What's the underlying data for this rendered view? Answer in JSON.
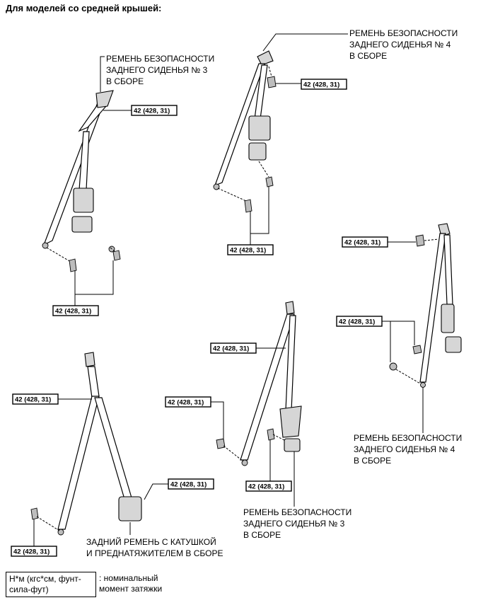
{
  "title": "Для моделей со средней крышей:",
  "torque": "42 (428, 31)",
  "labels": {
    "belt3_top": [
      "РЕМЕНЬ БЕЗОПАСНОСТИ",
      "ЗАДНЕГО СИДЕНЬЯ № 3",
      "В СБОРЕ"
    ],
    "belt4_top": [
      "РЕМЕНЬ БЕЗОПАСНОСТИ",
      "ЗАДНЕГО СИДЕНЬЯ № 4",
      "В СБОРЕ"
    ],
    "belt4_right": [
      "РЕМЕНЬ БЕЗОПАСНОСТИ",
      "ЗАДНЕГО СИДЕНЬЯ № 4",
      "В СБОРЕ"
    ],
    "belt3_bottom": [
      "РЕМЕНЬ БЕЗОПАСНОСТИ",
      "ЗАДНЕГО СИДЕНЬЯ № 3",
      "В СБОРЕ"
    ],
    "rear_retractor": [
      "ЗАДНИЙ РЕМЕНЬ С КАТУШКОЙ",
      "И ПРЕДНАТЯЖИТЕЛЕМ В СБОРЕ"
    ]
  },
  "legend": {
    "unit": "Н*м (кгс*см, фунт-сила-фут)",
    "unit_line1": "Н*м (кгс*см, фунт-",
    "unit_line2": "сила-фут)",
    "desc_line1": ": номинальный",
    "desc_line2": "момент затяжки"
  }
}
